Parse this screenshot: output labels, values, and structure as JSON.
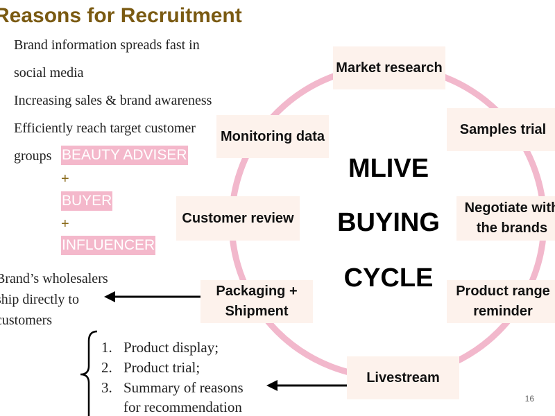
{
  "slide": {
    "title": "Reasons for Recruitment",
    "page_number": "16"
  },
  "reasons": [
    "Brand information spreads fast in",
    "social media",
    "Increasing sales & brand awareness",
    "Efficiently reach target customer",
    "groups"
  ],
  "target_groups": [
    "BEAUTY ADVISER",
    "BUYER",
    "INFLUENCER"
  ],
  "plus_sign": "+",
  "cycle": {
    "center_lines": [
      "MLIVE",
      "BUYING",
      "CYCLE"
    ],
    "steps": {
      "market_research": "Market research",
      "samples_trial": "Samples trial",
      "negotiate": "Negotiate with the brands",
      "product_range": "Product range reminder",
      "livestream": "Livestream",
      "packaging": "Packaging + Shipment",
      "customer_review": "Customer review",
      "monitoring": "Monitoring data"
    },
    "ring_color": "#f2b8cc"
  },
  "packaging_note": "Brand’s wholesalers ship directly to customers",
  "packaging_note_lines": [
    "Brand’s wholesalers",
    "ship directly to",
    "customers"
  ],
  "livestream_list": [
    {
      "num": "1.",
      "text": "Product display;"
    },
    {
      "num": "2.",
      "text": "Product trial;"
    },
    {
      "num": "3.",
      "text": "Summary of reasons"
    },
    {
      "num": "",
      "text": "for recommendation"
    }
  ]
}
